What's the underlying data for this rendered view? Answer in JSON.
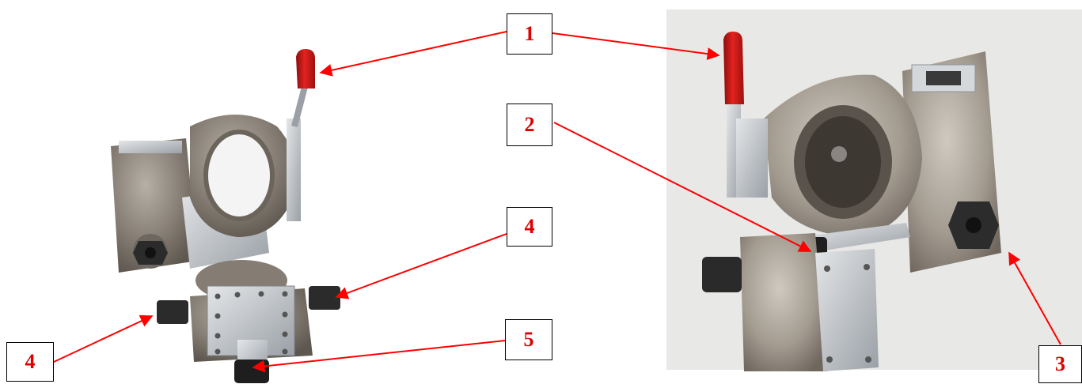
{
  "colors": {
    "callout_text": "#e00000",
    "arrow": "#ff0000",
    "photo_bg": "#e8e8e6"
  },
  "callouts": [
    {
      "id": "c1",
      "label": "1"
    },
    {
      "id": "c2",
      "label": "2"
    },
    {
      "id": "c3",
      "label": "3"
    },
    {
      "id": "c4a",
      "label": "4"
    },
    {
      "id": "c4b",
      "label": "4"
    },
    {
      "id": "c5",
      "label": "5"
    }
  ]
}
